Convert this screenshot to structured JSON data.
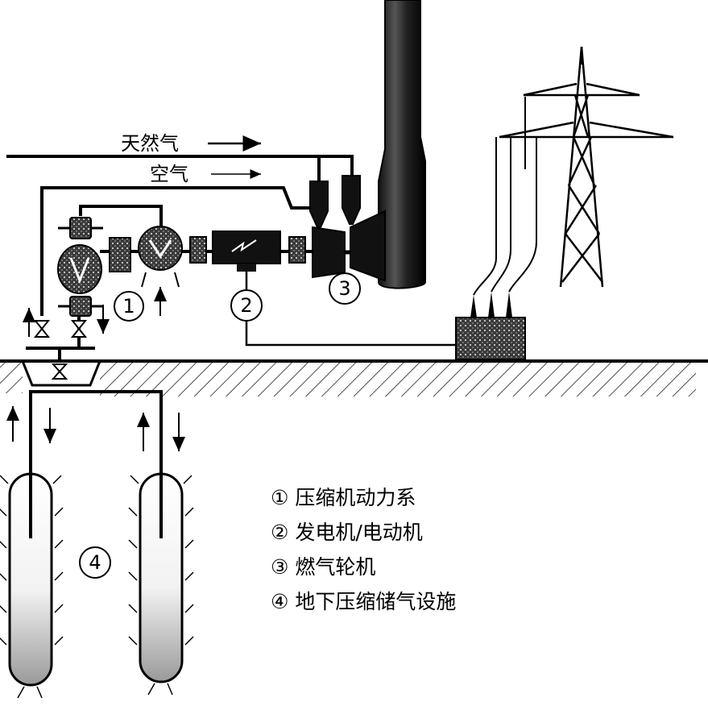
{
  "flows": {
    "natural_gas": "天然气",
    "air": "空气"
  },
  "markers": {
    "m1": "1",
    "m2": "2",
    "m3": "3",
    "m4": "4"
  },
  "legend": [
    {
      "symbol": "①",
      "text": "压缩机动力系"
    },
    {
      "symbol": "②",
      "text": "发电机/电动机"
    },
    {
      "symbol": "③",
      "text": "燃气轮机"
    },
    {
      "symbol": "④",
      "text": "地下压缩储气设施"
    }
  ],
  "colors": {
    "ink": "#000000",
    "machine_fill": "#555555",
    "cavern_light": "#ffffff",
    "cavern_dark": "#9a9a9a"
  },
  "icons": [
    "valve-icon",
    "arrow-right-icon",
    "hatch-ground-icon",
    "tower-icon",
    "transformer-icon",
    "chimney-icon"
  ]
}
